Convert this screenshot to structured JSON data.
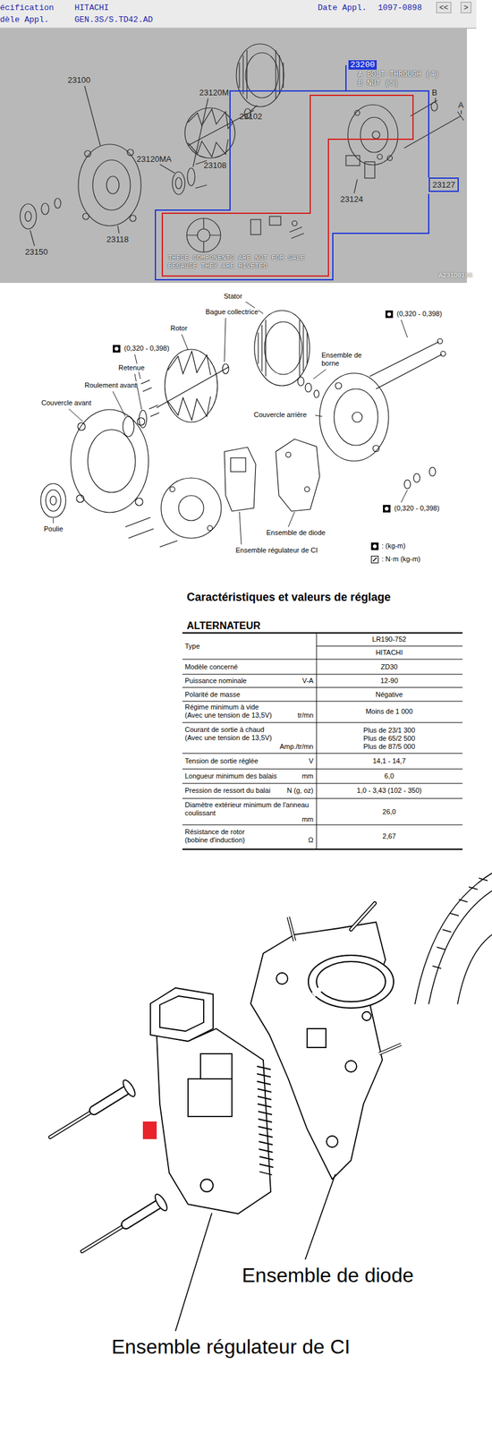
{
  "diagram": {
    "title": "Caractéristiques et valeurs de réglage",
    "labels": [
      "écification",
      "HITACHI",
      "Date Appl.",
      "1097-0898",
      "<<",
      ">",
      "dèle Appl.",
      "GEN.3S/S.TD42.AD",
      "23100",
      "23102",
      "23120M",
      "23108",
      "23120MA",
      "23118",
      "23150",
      "23124",
      "23127",
      "23200",
      "A BOLT-THROUGH (4)",
      "B NUT (5)",
      "B",
      "A",
      "THESE COMPONENTS ARE NOT FOR SALE BECAUSE THEY ARE RIVETED",
      "A231D0186",
      "Stator",
      "Bague collectrice",
      "(0,320 - 0,398)",
      "Rotor",
      "(0,320 - 0,398)",
      "Retenue",
      "Roulement avant",
      "Ensemble de borne",
      "Couvercle avant",
      "Couvercle arrière",
      "(0,320 - 0,398)",
      "Poulie",
      "Ensemble de diode",
      "Ensemble régulateur de CI",
      "ALTERNATEUR",
      "Type",
      "LR190-752",
      "HITACHI",
      "Modèle concerné",
      "ZD30",
      "Puissance nominale",
      "V-A",
      "12-90",
      "Polarité de masse",
      "Négative",
      "Régime minimum à vide (Avec une tension de 13,5V)",
      "tr/mn",
      "Moins de 1 000",
      "Courant de sortie à chaud (Avec une tension de 13,5V)",
      "Amp./tr/mn",
      "Plus de 23/1 300",
      "Plus de 65/2 500",
      "Plus de 87/5 000",
      "Tension de sortie réglée",
      "V",
      "14,1 - 14,7",
      "Longueur minimum des balais",
      "mm",
      "6,0",
      "Pression de ressort du balai",
      "N (g, oz)",
      "1,0 - 3,43 (102 - 350)",
      "Diamètre extérieur minimum de l'anneau coulissant",
      "mm",
      "26,0",
      "Résistance de rotor (bobine d'induction)",
      "Ω",
      "2,67",
      "Ensemble de diode",
      "Ensemble régulateur de CI"
    ],
    "legend": [
      {
        "text": ": (kg-m)"
      },
      {
        "text": ": N·m (kg-m)"
      }
    ]
  }
}
